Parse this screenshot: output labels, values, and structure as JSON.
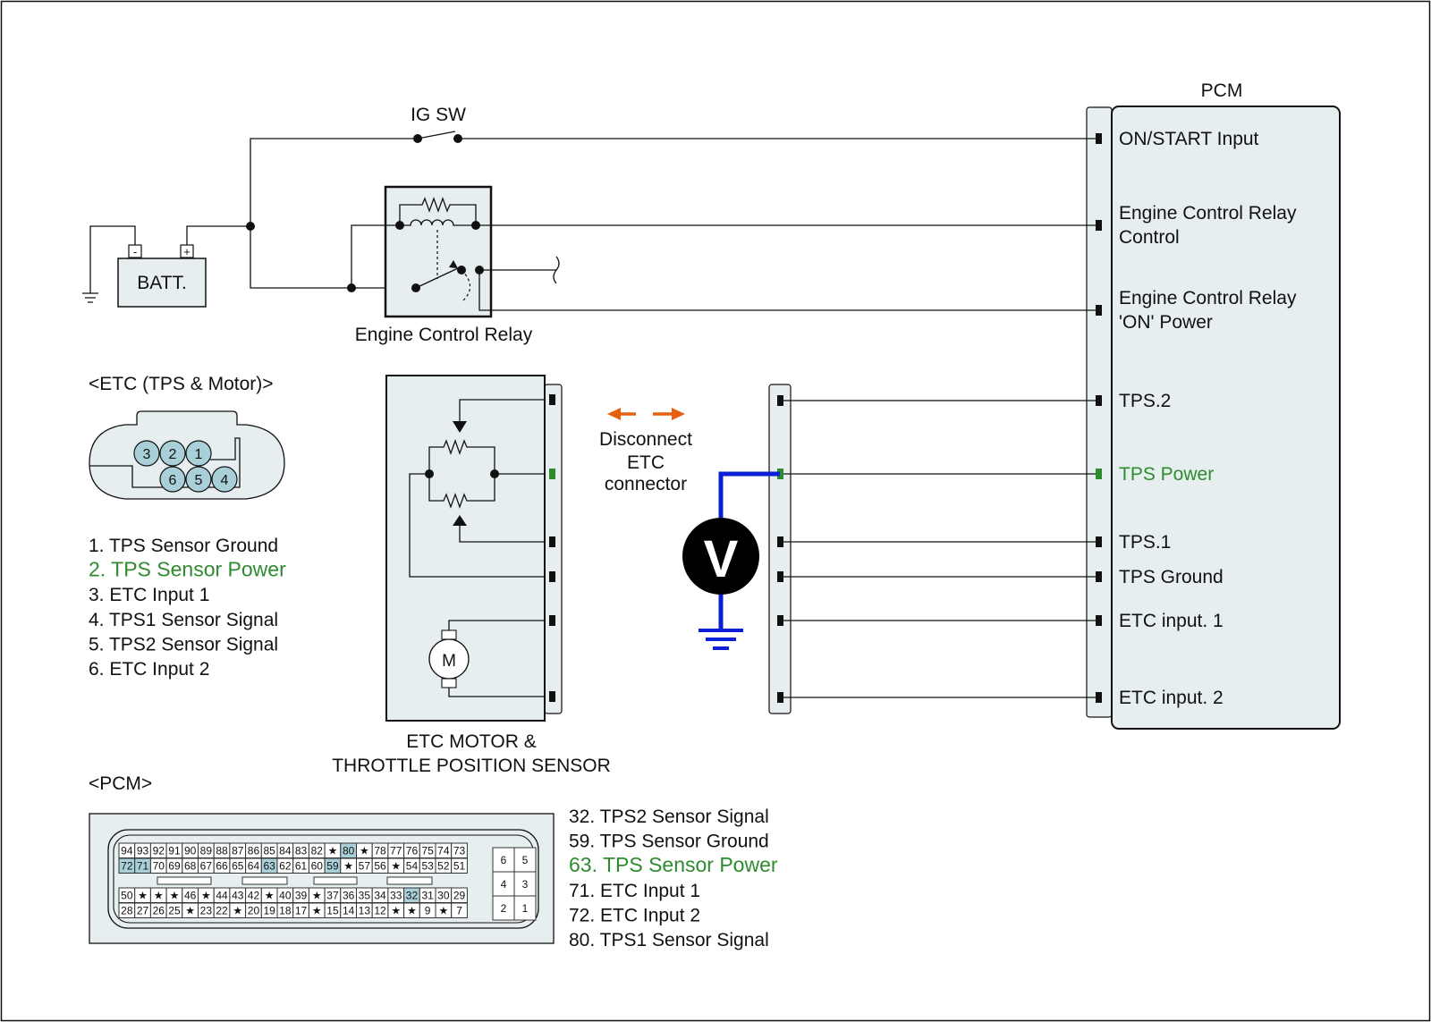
{
  "colors": {
    "panel": "#e6eef0",
    "green": "#2e8b2e",
    "blue": "#0a1fd6",
    "orange": "#e8600f",
    "pin_highlight": "#a9cfd9"
  },
  "labels": {
    "ig_sw": "IG SW",
    "batt": "BATT.",
    "batt_minus": "-",
    "batt_plus": "+",
    "relay": "Engine Control Relay",
    "etc_module_line1": "ETC MOTOR &",
    "etc_module_line2": "THROTTLE POSITION SENSOR",
    "motor": "M",
    "voltmeter": "V",
    "disconnect": [
      "Disconnect",
      "ETC",
      "connector"
    ]
  },
  "pcm": {
    "title": "PCM",
    "pins": [
      {
        "lines": [
          "ON/START Input"
        ],
        "highlight": false
      },
      {
        "lines": [
          "Engine Control Relay",
          "Control"
        ],
        "highlight": false
      },
      {
        "lines": [
          "Engine Control Relay",
          "'ON' Power"
        ],
        "highlight": false
      },
      {
        "lines": [
          "TPS.2"
        ],
        "highlight": false
      },
      {
        "lines": [
          "TPS Power"
        ],
        "highlight": true
      },
      {
        "lines": [
          "TPS.1"
        ],
        "highlight": false
      },
      {
        "lines": [
          "TPS Ground"
        ],
        "highlight": false
      },
      {
        "lines": [
          "ETC input. 1"
        ],
        "highlight": false
      },
      {
        "lines": [
          "ETC input. 2"
        ],
        "highlight": false
      }
    ]
  },
  "etc_connector": {
    "title": "<ETC (TPS & Motor)>",
    "pin_numbers": [
      "3",
      "2",
      "1",
      "6",
      "5",
      "4"
    ],
    "legend": [
      {
        "text": "1. TPS Sensor Ground",
        "highlight": false
      },
      {
        "text": "2. TPS Sensor Power",
        "highlight": true
      },
      {
        "text": "3. ETC Input 1",
        "highlight": false
      },
      {
        "text": "4. TPS1 Sensor Signal",
        "highlight": false
      },
      {
        "text": "5. TPS2 Sensor Signal",
        "highlight": false
      },
      {
        "text": "6. ETC Input 2",
        "highlight": false
      }
    ]
  },
  "pcm_connector": {
    "title": "<PCM>",
    "rows": [
      [
        "94",
        "93",
        "92",
        "91",
        "90",
        "89",
        "88",
        "87",
        "86",
        "85",
        "84",
        "83",
        "82",
        "★",
        "80",
        "★",
        "78",
        "77",
        "76",
        "75",
        "74",
        "73"
      ],
      [
        "72",
        "71",
        "70",
        "69",
        "68",
        "67",
        "66",
        "65",
        "64",
        "63",
        "62",
        "61",
        "60",
        "59",
        "★",
        "57",
        "56",
        "★",
        "54",
        "53",
        "52",
        "51"
      ],
      [
        "50",
        "★",
        "★",
        "★",
        "46",
        "★",
        "44",
        "43",
        "42",
        "★",
        "40",
        "39",
        "★",
        "37",
        "36",
        "35",
        "34",
        "33",
        "32",
        "31",
        "30",
        "29"
      ],
      [
        "28",
        "27",
        "26",
        "25",
        "★",
        "23",
        "22",
        "★",
        "20",
        "19",
        "18",
        "17",
        "★",
        "15",
        "14",
        "13",
        "12",
        "★",
        "★",
        "9",
        "★",
        "7"
      ]
    ],
    "highlighted_pins": [
      "80",
      "72",
      "71",
      "63",
      "59",
      "32"
    ],
    "side_block": [
      [
        "6",
        "5"
      ],
      [
        "4",
        "3"
      ],
      [
        "2",
        "1"
      ]
    ],
    "legend": [
      {
        "text": "32. TPS2 Sensor Signal",
        "highlight": false
      },
      {
        "text": "59. TPS Sensor Ground",
        "highlight": false
      },
      {
        "text": "63. TPS Sensor Power",
        "highlight": true
      },
      {
        "text": "71. ETC Input 1",
        "highlight": false
      },
      {
        "text": "72. ETC Input 2",
        "highlight": false
      },
      {
        "text": "80. TPS1 Sensor Signal",
        "highlight": false
      }
    ]
  }
}
